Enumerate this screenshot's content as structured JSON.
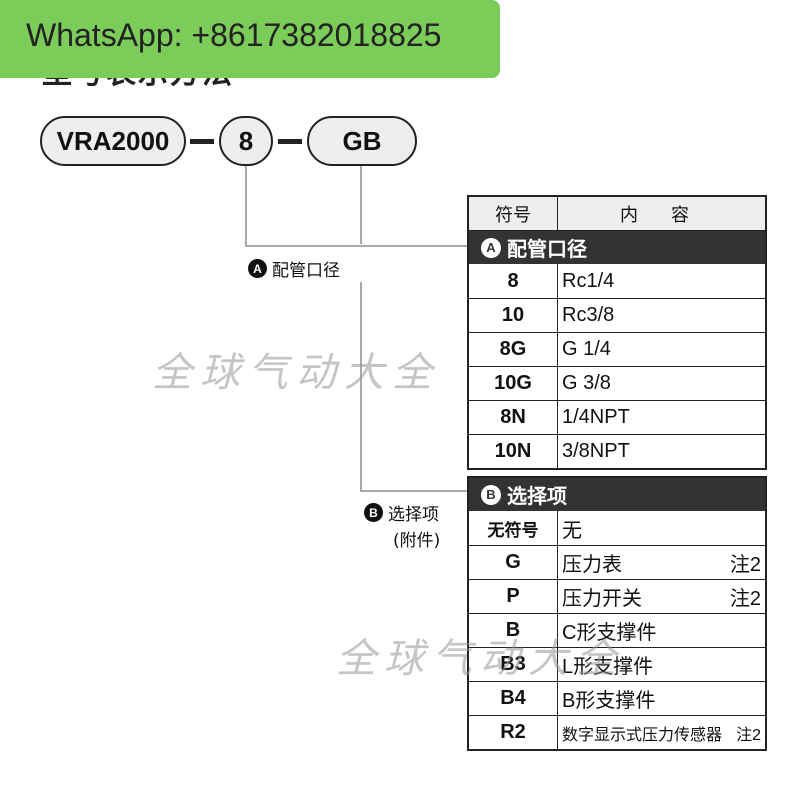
{
  "banner": {
    "text": "WhatsApp: +8617382018825"
  },
  "page_title": "型号表示方法",
  "model_code": {
    "base": "VRA2000",
    "port": "8",
    "option": "GB"
  },
  "labels": {
    "port_label": {
      "badge": "A",
      "text": "配管口径"
    },
    "option_label": {
      "badge": "B",
      "text": "选择项",
      "sub": "(附件)"
    }
  },
  "table": {
    "header": {
      "symbol": "符号",
      "content": "内 容"
    },
    "section_a": {
      "badge": "A",
      "title": "配管口径",
      "rows": [
        {
          "symbol": "8",
          "content": "Rc1/4",
          "note": ""
        },
        {
          "symbol": "10",
          "content": "Rc3/8",
          "note": ""
        },
        {
          "symbol": "8G",
          "content": "G 1/4",
          "note": ""
        },
        {
          "symbol": "10G",
          "content": "G 3/8",
          "note": ""
        },
        {
          "symbol": "8N",
          "content": "1/4NPT",
          "note": ""
        },
        {
          "symbol": "10N",
          "content": "3/8NPT",
          "note": ""
        }
      ]
    },
    "section_b": {
      "badge": "B",
      "title": "选择项",
      "rows": [
        {
          "symbol": "无符号",
          "content": "无",
          "note": ""
        },
        {
          "symbol": "G",
          "content": "压力表",
          "note": "注2"
        },
        {
          "symbol": "P",
          "content": "压力开关",
          "note": "注2"
        },
        {
          "symbol": "B",
          "content": "C形支撑件",
          "note": ""
        },
        {
          "symbol": "B3",
          "content": "L形支撑件",
          "note": ""
        },
        {
          "symbol": "B4",
          "content": "B形支撑件",
          "note": ""
        },
        {
          "symbol": "R2",
          "content": "数字显示式压力传感器",
          "note": "注2"
        }
      ]
    }
  },
  "watermarks": [
    "全球气动大全",
    "全球气动大全"
  ]
}
